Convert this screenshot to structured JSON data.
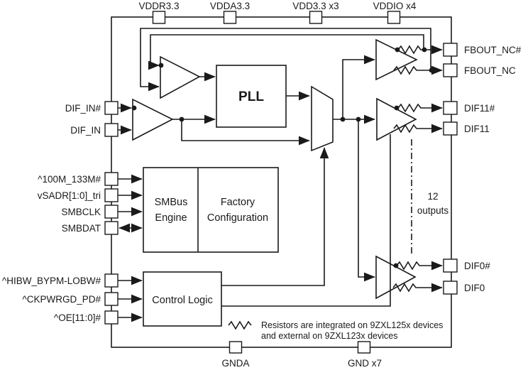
{
  "pins": {
    "top": [
      {
        "label": "VDDR3.3"
      },
      {
        "label": "VDDA3.3"
      },
      {
        "label": "VDD3.3 x3"
      },
      {
        "label": "VDDIO x4"
      }
    ],
    "bottom": [
      {
        "label": "GNDA"
      },
      {
        "label": "GND x7"
      }
    ],
    "left": [
      {
        "label": "DIF_IN#"
      },
      {
        "label": "DIF_IN"
      },
      {
        "label": "^100M_133M#"
      },
      {
        "label": "vSADR[1:0]_tri"
      },
      {
        "label": "SMBCLK"
      },
      {
        "label": "SMBDAT"
      },
      {
        "label": "^HIBW_BYPM-LOBW#"
      },
      {
        "label": "^CKPWRGD_PD#"
      },
      {
        "label": "^OE[11:0]#"
      }
    ],
    "right": [
      {
        "label": "FBOUT_NC#"
      },
      {
        "label": "FBOUT_NC"
      },
      {
        "label": "DIF11#"
      },
      {
        "label": "DIF11"
      },
      {
        "label": "DIF0#"
      },
      {
        "label": "DIF0"
      }
    ]
  },
  "blocks": {
    "pll": "PLL",
    "smbus_line1": "SMBus",
    "smbus_line2": "Engine",
    "factory_line1": "Factory",
    "factory_line2": "Configuration",
    "control": "Control Logic"
  },
  "annotations": {
    "outputs_line1": "12",
    "outputs_line2": "outputs",
    "note_line1": "Resistors are integrated on 9ZXL125x devices",
    "note_line2": "and external on 9ZXL123x devices"
  },
  "colors": {
    "line": "#1a1a1a",
    "background": "#ffffff"
  }
}
